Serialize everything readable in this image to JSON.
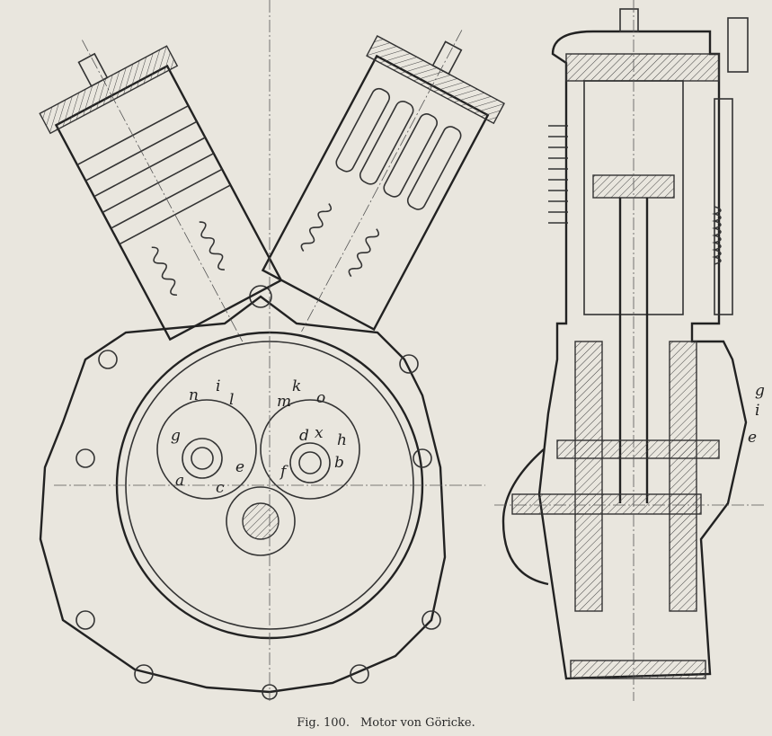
{
  "caption": {
    "figure": "Fig. 100.",
    "title": "Motor von Göricke."
  },
  "left_view_labels": [
    "n",
    "i",
    "l",
    "k",
    "m",
    "o",
    "g",
    "d",
    "x",
    "h",
    "a",
    "c",
    "e",
    "f",
    "b"
  ],
  "right_view_labels": [
    "g",
    "i",
    "e"
  ],
  "colors": {
    "paper": "#e9e6de",
    "ink": "#333333"
  }
}
